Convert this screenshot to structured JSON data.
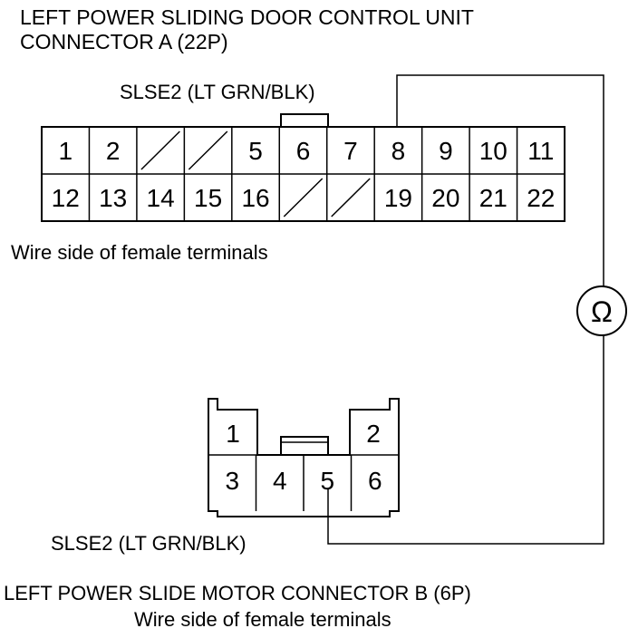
{
  "connector_a": {
    "title_line1": "LEFT POWER SLIDING DOOR CONTROL UNIT",
    "title_line2": "CONNECTOR A (22P)",
    "wire_label": "SLSE2 (LT GRN/BLK)",
    "subtitle": "Wire side of female terminals",
    "row1": [
      "1",
      "2",
      "",
      "",
      "5",
      "6",
      "7",
      "8",
      "9",
      "10",
      "11"
    ],
    "row2": [
      "12",
      "13",
      "14",
      "15",
      "16",
      "",
      "",
      "19",
      "20",
      "21",
      "22"
    ],
    "probe_pin": "8"
  },
  "meter": {
    "symbol": "Ω",
    "name": "ohmmeter-symbol"
  },
  "connector_b": {
    "title": "LEFT POWER SLIDE MOTOR CONNECTOR B (6P)",
    "subtitle": "Wire side of female terminals",
    "wire_label": "SLSE2 (LT GRN/BLK)",
    "top_row": [
      "1",
      "",
      "",
      "2"
    ],
    "bottom_row": [
      "3",
      "4",
      "5",
      "6"
    ],
    "probe_pin": "5"
  }
}
